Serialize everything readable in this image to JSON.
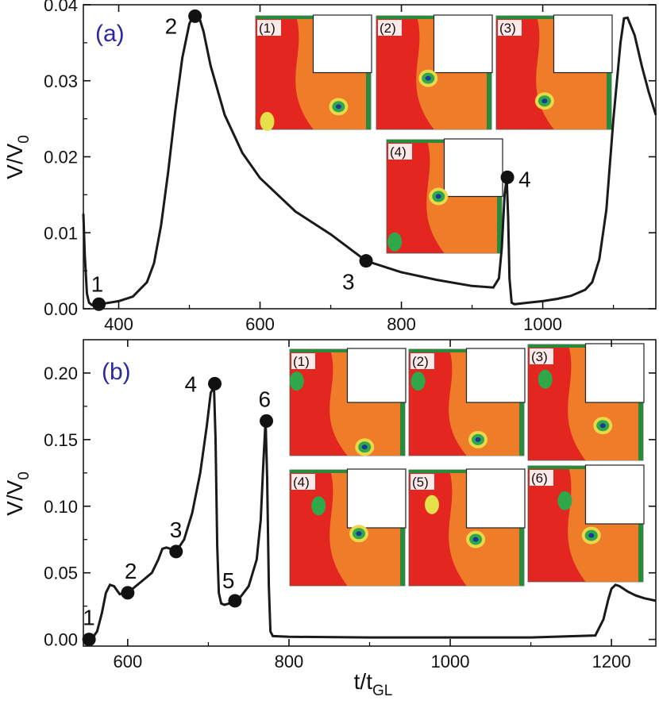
{
  "chart_data": [
    {
      "type": "line",
      "panel_label": "(a)",
      "ylabel_main": "V/V",
      "ylabel_sub": "0",
      "xlim": [
        350,
        1160
      ],
      "ylim": [
        0,
        0.04
      ],
      "xticks": [
        400,
        600,
        800,
        1000
      ],
      "xtick_labels": [
        "400",
        "600",
        "800",
        "1000"
      ],
      "yticks": [
        0,
        0.01,
        0.02,
        0.03,
        0.04
      ],
      "ytick_labels": [
        "0.00",
        "0.01",
        "0.02",
        "0.03",
        "0.04"
      ],
      "series": [
        {
          "x": [
            350,
            352,
            355,
            358,
            362,
            366,
            370,
            380,
            400,
            420,
            440,
            450,
            460,
            470,
            480,
            490,
            500,
            505,
            510,
            515,
            520,
            530,
            550,
            575,
            600,
            650,
            700,
            750,
            800,
            850,
            900,
            930,
            938,
            942,
            946,
            949,
            951,
            953,
            956,
            960,
            980,
            1000,
            1020,
            1040,
            1060,
            1070,
            1080,
            1090,
            1100,
            1110,
            1115,
            1120,
            1130,
            1140,
            1150,
            1160
          ],
          "y": [
            0.0125,
            0.007,
            0.002,
            0.0008,
            0.0005,
            0.0005,
            0.0006,
            0.0007,
            0.001,
            0.0016,
            0.0035,
            0.006,
            0.011,
            0.018,
            0.026,
            0.033,
            0.0375,
            0.0385,
            0.0385,
            0.038,
            0.0365,
            0.032,
            0.0255,
            0.0205,
            0.0172,
            0.0128,
            0.0098,
            0.0063,
            0.0048,
            0.0038,
            0.003,
            0.0028,
            0.004,
            0.008,
            0.015,
            0.0172,
            0.012,
            0.004,
            0.0008,
            0.0006,
            0.0008,
            0.001,
            0.0013,
            0.0017,
            0.0025,
            0.0035,
            0.0065,
            0.013,
            0.025,
            0.035,
            0.0382,
            0.0383,
            0.036,
            0.032,
            0.0285,
            0.0255
          ]
        }
      ],
      "markers": [
        {
          "label": "1",
          "x": 372,
          "y": 0.0006
        },
        {
          "label": "2",
          "x": 508,
          "y": 0.0385
        },
        {
          "label": "3",
          "x": 750,
          "y": 0.0063
        },
        {
          "label": "4",
          "x": 950,
          "y": 0.0173
        }
      ],
      "insets": [
        "(1)",
        "(2)",
        "(3)",
        "(4)"
      ]
    },
    {
      "type": "line",
      "panel_label": "(b)",
      "ylabel_main": "V/V",
      "ylabel_sub": "0",
      "xlabel_main": "t/t",
      "xlabel_sub": "GL",
      "xlim": [
        545,
        1255
      ],
      "ylim": [
        -0.005,
        0.225
      ],
      "xticks": [
        600,
        800,
        1000,
        1200
      ],
      "xtick_labels": [
        "600",
        "800",
        "1000",
        "1200"
      ],
      "yticks": [
        0,
        0.05,
        0.1,
        0.15,
        0.2
      ],
      "ytick_labels": [
        "0.00",
        "0.05",
        "0.10",
        "0.15",
        "0.20"
      ],
      "series": [
        {
          "x": [
            548,
            555,
            562,
            568,
            573,
            578,
            583,
            590,
            600,
            610,
            620,
            630,
            638,
            643,
            648,
            653,
            660,
            670,
            680,
            690,
            698,
            703,
            707,
            709,
            711,
            713,
            716,
            720,
            726,
            733,
            740,
            750,
            760,
            765,
            768,
            771,
            773,
            775,
            777,
            780,
            800,
            900,
            1000,
            1100,
            1180,
            1190,
            1196,
            1200,
            1205,
            1210,
            1220,
            1230,
            1240,
            1255
          ],
          "y": [
            0.0,
            0.0,
            0.006,
            0.02,
            0.035,
            0.041,
            0.04,
            0.034,
            0.035,
            0.04,
            0.045,
            0.05,
            0.06,
            0.068,
            0.069,
            0.068,
            0.066,
            0.075,
            0.095,
            0.125,
            0.16,
            0.185,
            0.19,
            0.15,
            0.07,
            0.035,
            0.027,
            0.026,
            0.027,
            0.029,
            0.032,
            0.04,
            0.06,
            0.09,
            0.13,
            0.165,
            0.12,
            0.04,
            0.006,
            0.0025,
            0.002,
            0.0015,
            0.0015,
            0.0015,
            0.003,
            0.015,
            0.03,
            0.038,
            0.041,
            0.04,
            0.036,
            0.033,
            0.031,
            0.029
          ]
        }
      ],
      "markers": [
        {
          "label": "1",
          "x": 552,
          "y": 0.0
        },
        {
          "label": "2",
          "x": 600,
          "y": 0.035
        },
        {
          "label": "3",
          "x": 660,
          "y": 0.066
        },
        {
          "label": "4",
          "x": 708,
          "y": 0.192
        },
        {
          "label": "5",
          "x": 733,
          "y": 0.029
        },
        {
          "label": "6",
          "x": 772,
          "y": 0.164
        }
      ],
      "insets": [
        "(1)",
        "(2)",
        "(3)",
        "(4)",
        "(5)",
        "(6)"
      ]
    }
  ]
}
